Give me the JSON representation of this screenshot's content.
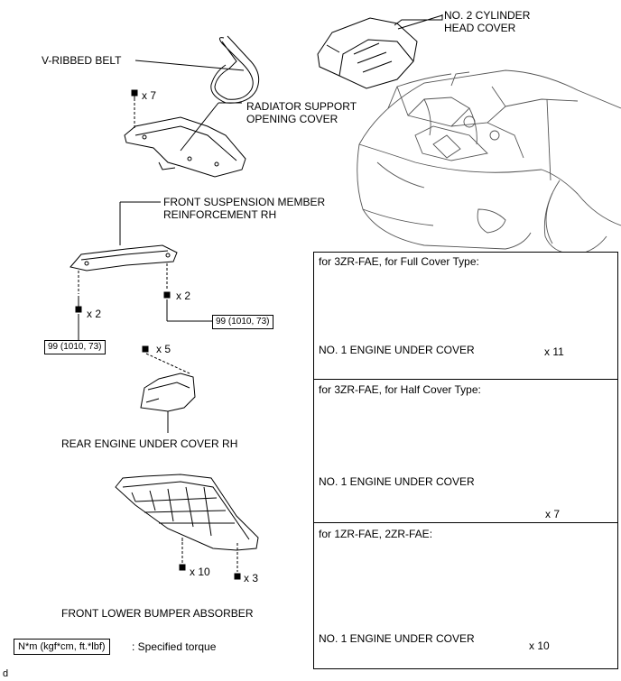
{
  "labels": {
    "v_ribbed_belt": "V-RIBBED BELT",
    "no2_cylinder_head_cover_1": "NO. 2 CYLINDER",
    "no2_cylinder_head_cover_2": "HEAD COVER",
    "radiator_support_1": "RADIATOR SUPPORT",
    "radiator_support_2": "OPENING COVER",
    "front_susp_1": "FRONT SUSPENSION MEMBER",
    "front_susp_2": "REINFORCEMENT RH",
    "rear_engine_under_cover": "REAR ENGINE UNDER COVER RH",
    "front_lower_bumper": "FRONT LOWER BUMPER ABSORBER",
    "legend_text": ": Specified torque",
    "footer_code": "d"
  },
  "counts": {
    "radiator_clips": "x 7",
    "susp_bolt_left": "x 2",
    "susp_bolt_right": "x 2",
    "rear_cover_clips": "x 5",
    "bumper_bolts": "x 10",
    "bumper_clips": "x 3"
  },
  "torques": {
    "susp_right": "99 (1010, 73)",
    "susp_left": "99 (1010, 73)",
    "legend": "N*m (kgf*cm, ft.*lbf)"
  },
  "panels": [
    {
      "title": "for 3ZR-FAE, for Full Cover Type:",
      "part": "NO. 1 ENGINE UNDER COVER",
      "count": "x 11"
    },
    {
      "title": "for 3ZR-FAE, for Half Cover Type:",
      "part": "NO. 1 ENGINE UNDER COVER",
      "count": "x 7"
    },
    {
      "title": "for 1ZR-FAE, 2ZR-FAE:",
      "part": "NO. 1 ENGINE UNDER COVER",
      "count": "x 10"
    }
  ]
}
